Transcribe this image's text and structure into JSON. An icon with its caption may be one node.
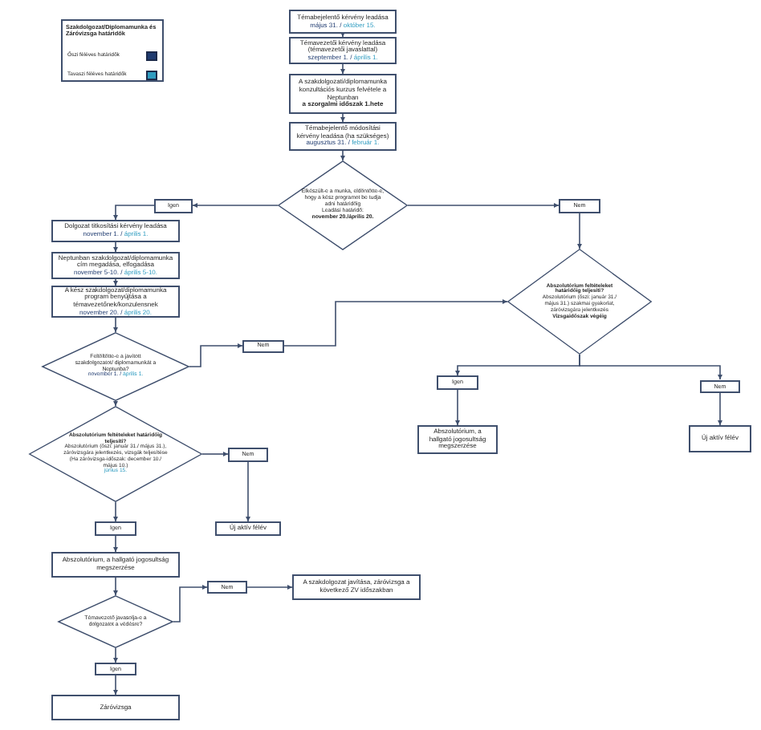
{
  "diagram": {
    "nodes": [
      {
        "text": [
          "Témabejelentő kérvény leadása",
          "május 31. /",
          "október 15."
        ]
      },
      {
        "text": [
          "Témavezetői kérvény leadása (témavezetői javaslattal)",
          "szeptember 1. /",
          "április 1."
        ]
      },
      {
        "text": [
          "A szakdolgozati/diplomamunka konzultációs kurzus felvétele a Neptunban",
          "a szorgalmi időszak 1.hete"
        ]
      },
      {
        "text": [
          "Témabejelentő módosítási kérvény leadása (ha szükséges)",
          "augusztus 31. /",
          "február 1."
        ]
      },
      {
        "text": [
          "Elkészült-e a munka, eldöntötte-e, hogy a kész programot be tudja adni határidőig",
          "Leadási határidő:",
          "november 20./április 20."
        ]
      },
      {
        "text": [
          "Igen"
        ]
      },
      {
        "text": [
          "Nem"
        ]
      },
      {
        "text": [
          "Dolgozat titkosítási kérvény leadása",
          "november 1. /",
          "április 1."
        ]
      },
      {
        "text": [
          "Neptunban szakdolgozat/diplomamunka cím megadása, elfogadása",
          "november 5-10. /",
          "április 5-10."
        ]
      },
      {
        "text": [
          "Abszolutórium feltételeket határidőig teljesíti?",
          "Abszolutórium (őszi: január 31./ május 31.) szakmai gyakorlat, záróvizsgára jelentkezés",
          "Vizsgaidőszak végéig"
        ]
      },
      {
        "text": [
          "A kész szakdolgozat/diplomamunka program benyújtása a témavezetőnek/konzulensnek",
          "november 20. /",
          "április 20."
        ]
      },
      {
        "text": [
          "Feltöltötte-e a javított szakdolgozatot/ diplomamunkát a Neptunba?",
          "november 1. /",
          "április 1."
        ]
      },
      {
        "text": [
          "Nem"
        ]
      },
      {
        "text": [
          "Igen"
        ]
      },
      {
        "text": [
          "Nem"
        ]
      },
      {
        "text": [
          "Abszolutórium feltételeket határidőig teljesíti?",
          "Abszolutórium (őszi: január 31./ május 31.), záróvizsgára jelentkezés, vizsgák teljesítése (Ha záróvizsga-időszak: december 10./ május 10.)",
          "június 15."
        ]
      },
      {
        "text": [
          "Abszolutórium, a hallgató jogosultság megszerzése"
        ]
      },
      {
        "text": [
          "Új aktív félév"
        ]
      },
      {
        "text": [
          "Nem"
        ]
      },
      {
        "text": [
          "Igen"
        ]
      },
      {
        "text": [
          "Új aktív félév"
        ]
      },
      {
        "text": [
          "Abszolutórium, a hallgató jogosultság megszerzése"
        ]
      },
      {
        "text": [
          "A szakdolgozat javítása, záróvizsga a következő ZV időszakban"
        ]
      },
      {
        "text": [
          "Nem"
        ]
      },
      {
        "text": [
          "Témavezető javasolja-e a dolgozatot a védésre?"
        ]
      },
      {
        "text": [
          "Igen"
        ]
      },
      {
        "text": [
          "Záróvizsga"
        ]
      }
    ],
    "edges": [
      {
        "from": 0,
        "to": 1,
        "arrow": "to"
      },
      {
        "from": 1,
        "to": 2,
        "arrow": "to"
      },
      {
        "from": 2,
        "to": 3,
        "arrow": "to"
      },
      {
        "from": 3,
        "to": 4,
        "arrow": "to"
      },
      {
        "from": 4,
        "to": 5,
        "arrow": "to"
      },
      {
        "from": 5,
        "to": 7,
        "arrow": "to"
      },
      {
        "from": 4,
        "to": 6,
        "arrow": "to"
      },
      {
        "from": 6,
        "to": 9,
        "arrow": "to"
      },
      {
        "from": 7,
        "to": 8,
        "arrow": "to"
      },
      {
        "from": 8,
        "to": 10,
        "arrow": "to"
      },
      {
        "from": 10,
        "to": 11,
        "arrow": "to"
      },
      {
        "from": 11,
        "to": 12,
        "arrow": "to"
      },
      {
        "from": 12,
        "to": 9,
        "arrow": "to"
      },
      {
        "from": 11,
        "to": 15,
        "arrow": "to"
      },
      {
        "from": 9,
        "to": 13,
        "arrow": "to"
      },
      {
        "from": 9,
        "to": 14,
        "arrow": "to"
      },
      {
        "from": 13,
        "to": 16,
        "arrow": "to"
      },
      {
        "from": 14,
        "to": 17,
        "arrow": "to"
      },
      {
        "from": 15,
        "to": 18,
        "arrow": "to"
      },
      {
        "from": 18,
        "to": 20,
        "arrow": "to"
      },
      {
        "from": 15,
        "to": 19,
        "arrow": "to"
      },
      {
        "from": 19,
        "to": 21,
        "arrow": "to"
      },
      {
        "from": 21,
        "to": 24,
        "arrow": "to"
      },
      {
        "from": 24,
        "to": 23,
        "arrow": "to"
      },
      {
        "from": 23,
        "to": 22,
        "arrow": "to"
      },
      {
        "from": 24,
        "to": 25,
        "arrow": "to"
      },
      {
        "from": 25,
        "to": 26,
        "arrow": "to"
      }
    ],
    "labels": [
      "Szakdolgozat/Diplomamunka és Záróvizsga határidők"
    ],
    "legend": [
      {
        "text": "Őszi féléves határidők",
        "color": "#1f3b70"
      },
      {
        "text": "Tavaszi féléves határidők",
        "color": "#2f9cc0"
      }
    ]
  }
}
